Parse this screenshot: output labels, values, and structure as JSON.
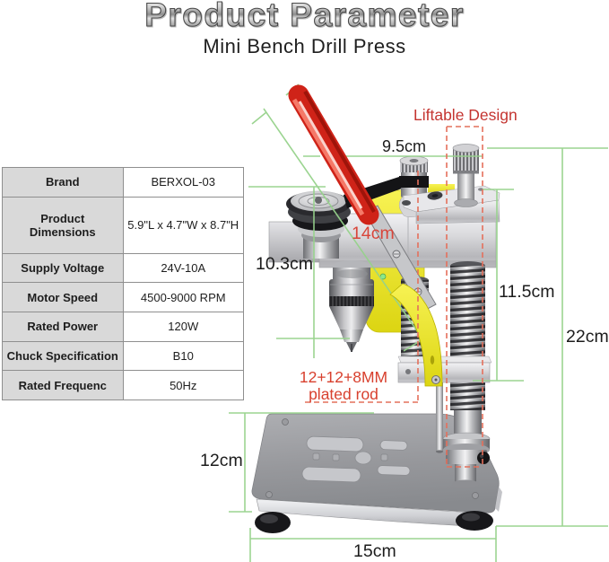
{
  "title": "Product Parameter",
  "subtitle": "Mini Bench Drill Press",
  "table": {
    "rows": [
      {
        "label": "Brand",
        "value": "BERXOL-03"
      },
      {
        "label": "Product Dimensions",
        "value": "5.9\"L x 4.7\"W x 8.7\"H"
      },
      {
        "label": "Supply Voltage",
        "value": "24V-10A"
      },
      {
        "label": "Motor Speed",
        "value": "4500-9000 RPM"
      },
      {
        "label": "Rated Power",
        "value": "120W"
      },
      {
        "label": "Chuck Specification",
        "value": "B10"
      },
      {
        "label": "Rated Frequenc",
        "value": "50Hz"
      }
    ]
  },
  "annotations": {
    "liftable": "Liftable Design",
    "handle_length": "14cm",
    "head_width": "9.5cm",
    "spindle_travel": "10.3cm",
    "column_exposed": "11.5cm",
    "total_height": "22cm",
    "rod_note_line1": "12+12+8MM",
    "rod_note_line2": "plated rod",
    "base_depth": "12cm",
    "base_width": "15cm"
  },
  "colors": {
    "dimension_line_green": "#96d28b",
    "dashed_box_red": "#e4705c",
    "annotation_red": "#d8402e",
    "label_red": "#c43430",
    "dim_text": "#1c1c1c",
    "table_header_bg": "#d9d9d9",
    "machine_yellow": "#efe92e",
    "handle_red": "#cf2318"
  }
}
